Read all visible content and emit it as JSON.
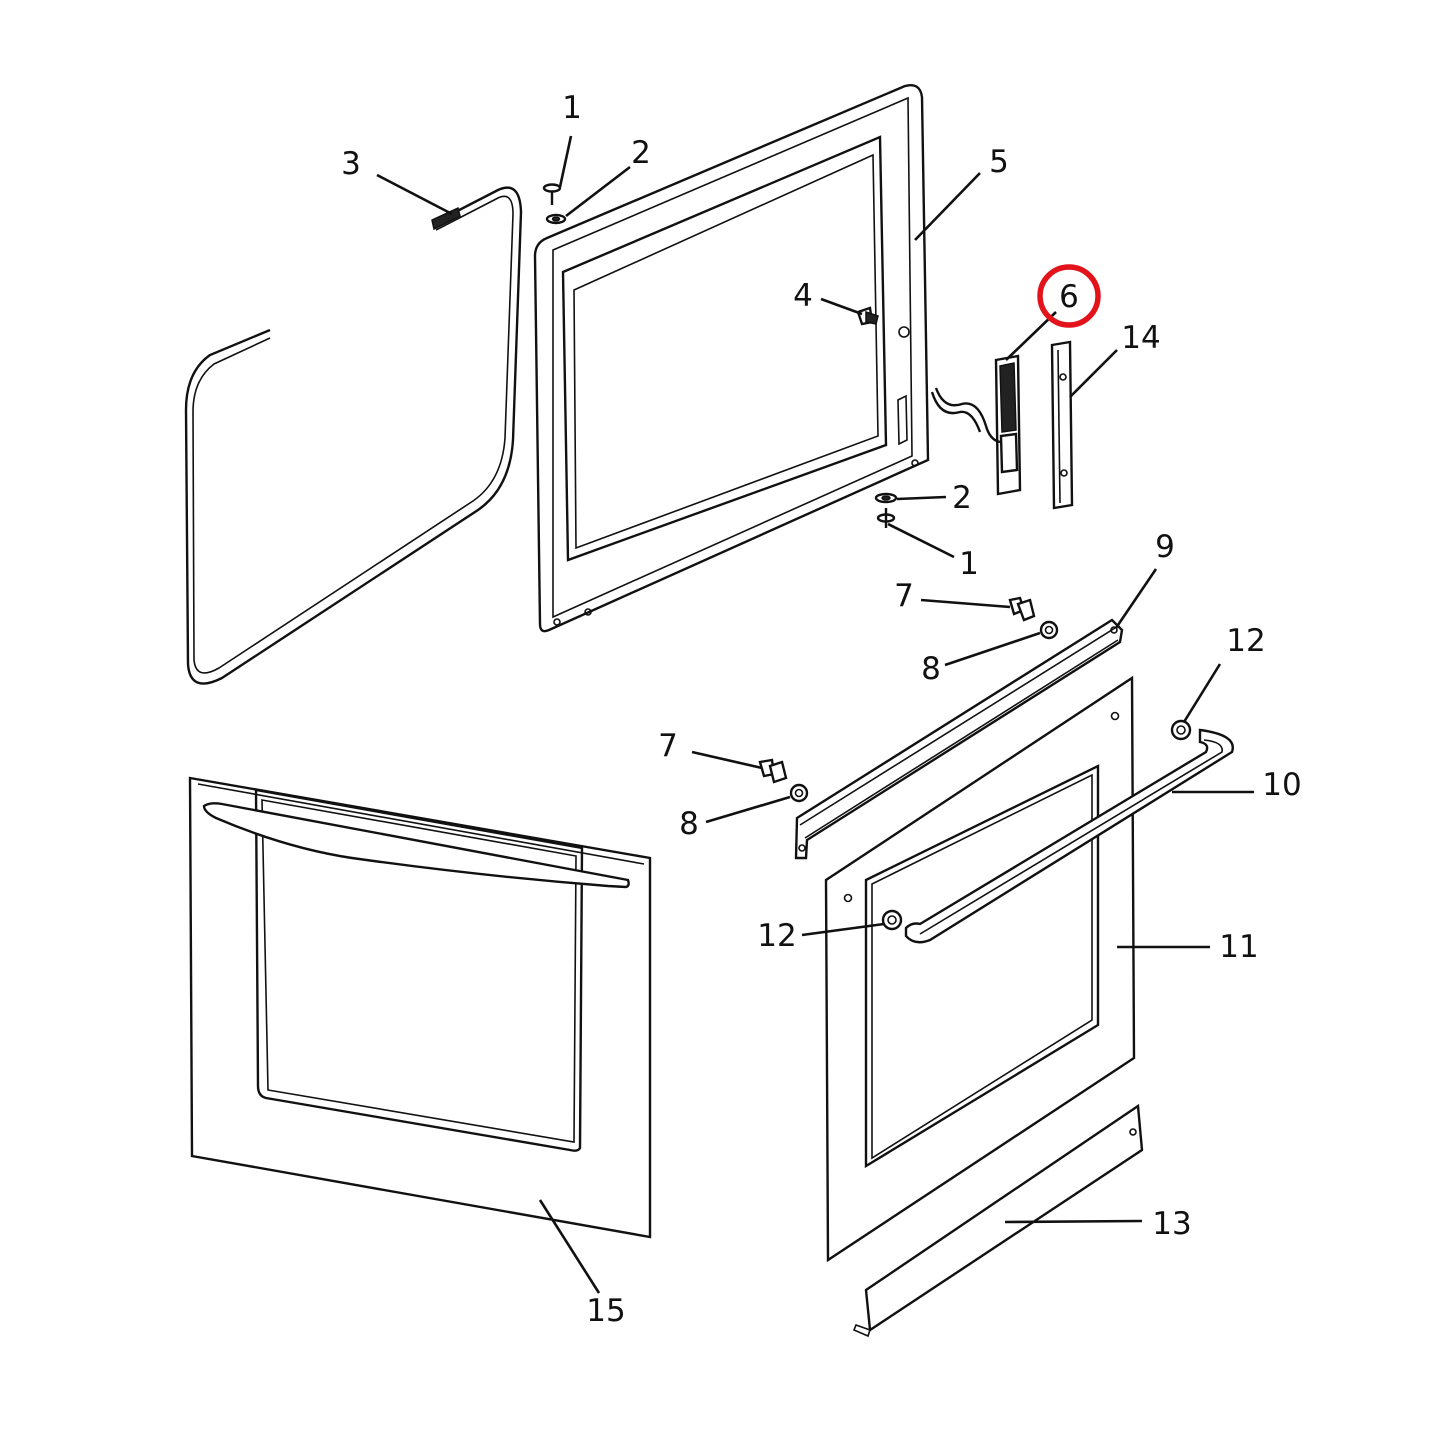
{
  "diagram": {
    "highlight_color": "#e3131b",
    "line_color": "#111111",
    "background": "#ffffff",
    "highlighted_callout": "6"
  },
  "callouts": [
    {
      "id": "c1a",
      "label": "1"
    },
    {
      "id": "c2a",
      "label": "2"
    },
    {
      "id": "c3",
      "label": "3"
    },
    {
      "id": "c5",
      "label": "5"
    },
    {
      "id": "c4",
      "label": "4"
    },
    {
      "id": "c6",
      "label": "6"
    },
    {
      "id": "c14",
      "label": "14"
    },
    {
      "id": "c2b",
      "label": "2"
    },
    {
      "id": "c1b",
      "label": "1"
    },
    {
      "id": "c9",
      "label": "9"
    },
    {
      "id": "c7a",
      "label": "7"
    },
    {
      "id": "c8a",
      "label": "8"
    },
    {
      "id": "c12a",
      "label": "12"
    },
    {
      "id": "c7b",
      "label": "7"
    },
    {
      "id": "c10",
      "label": "10"
    },
    {
      "id": "c8b",
      "label": "8"
    },
    {
      "id": "c12b",
      "label": "12"
    },
    {
      "id": "c11",
      "label": "11"
    },
    {
      "id": "c13",
      "label": "13"
    },
    {
      "id": "c15",
      "label": "15"
    }
  ]
}
